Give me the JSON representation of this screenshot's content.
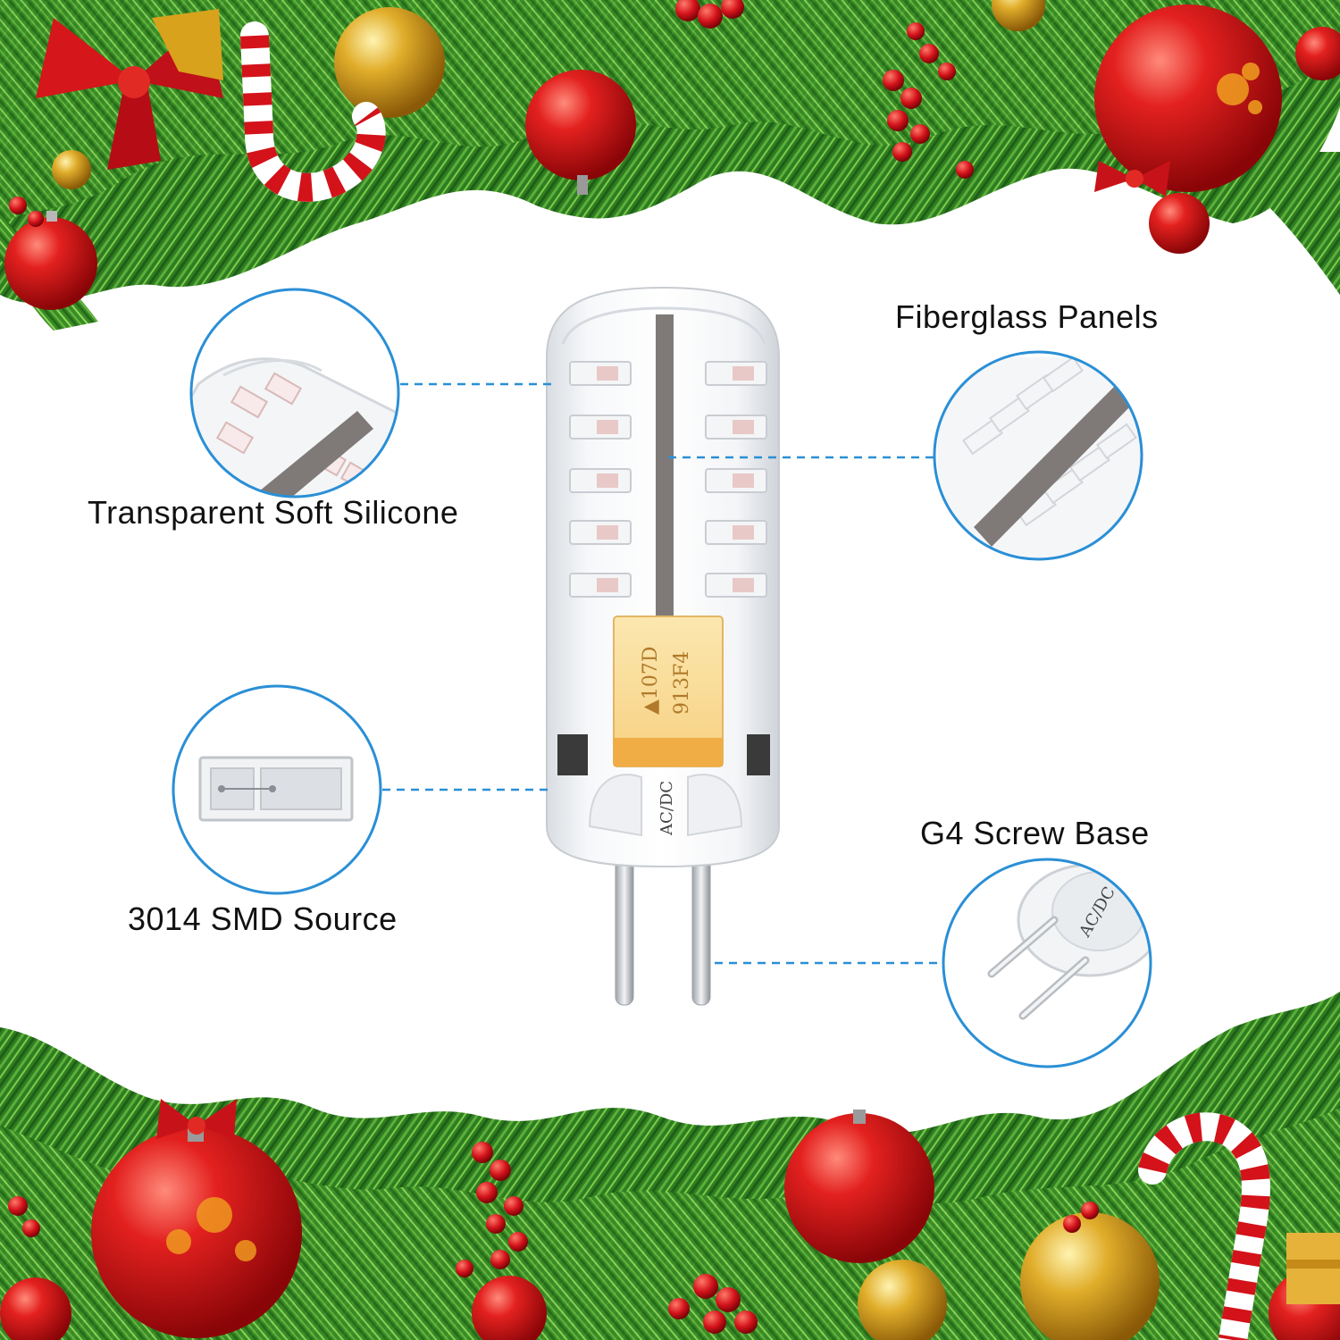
{
  "labels": {
    "transparent_soft_silicone": "Transparent Soft Silicone",
    "fiberglass_panels": "Fiberglass Panels",
    "smd_source": "3014 SMD Source",
    "g4_screw_base": "G4 Screw Base"
  },
  "bulb": {
    "chip_line1": "▲107D",
    "chip_line2": "913F4",
    "base_marking": "AC/DC"
  },
  "colors": {
    "callout_blue": "#2a8fd6",
    "chip_yellow": "#f7d98c",
    "chip_orange": "#f0b04a",
    "pine_green": "#3f8f2a",
    "ornament_red": "#d0141a",
    "ornament_gold": "#d9a21c"
  }
}
